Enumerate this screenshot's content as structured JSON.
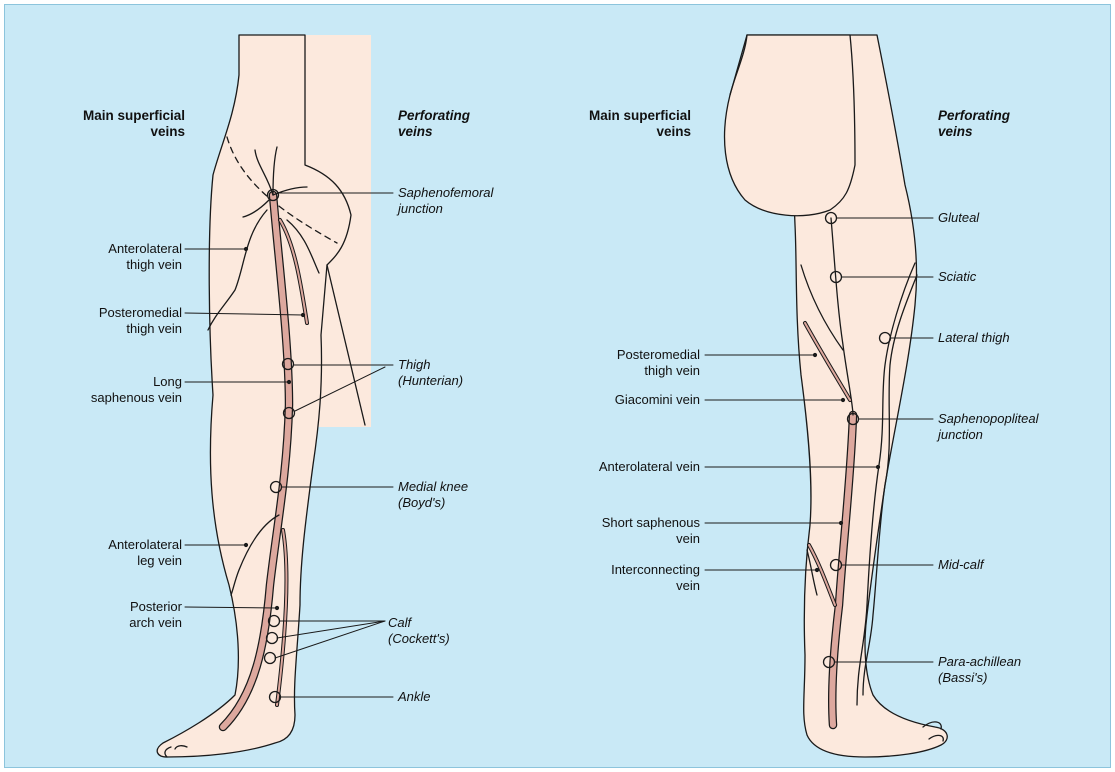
{
  "colors": {
    "background": "#c9e9f6",
    "skin": "#fce9dd",
    "vein_fill": "#dda89e",
    "line": "#1a1a1a"
  },
  "left_panel": {
    "heading_main": "Main superficial\nveins",
    "heading_perf": "Perforating\nveins",
    "main_labels": [
      "Anterolateral\nthigh vein",
      "Posteromedial\nthigh vein",
      "Long\nsaphenous vein",
      "Anterolateral\nleg vein",
      "Posterior\narch vein"
    ],
    "perf_labels": [
      "Saphenofemoral\njunction",
      "Thigh\n(Hunterian)",
      "Medial knee\n(Boyd's)",
      "Calf\n(Cockett's)",
      "Ankle"
    ]
  },
  "right_panel": {
    "heading_main": "Main superficial\nveins",
    "heading_perf": "Perforating\nveins",
    "main_labels": [
      "Posteromedial\nthigh vein",
      "Giacomini vein",
      "Anterolateral vein",
      "Short saphenous\nvein",
      "Interconnecting\nvein"
    ],
    "perf_labels": [
      "Gluteal",
      "Sciatic",
      "Lateral thigh",
      "Saphenopopliteal\njunction",
      "Mid-calf",
      "Para-achillean\n(Bassi's)"
    ]
  }
}
